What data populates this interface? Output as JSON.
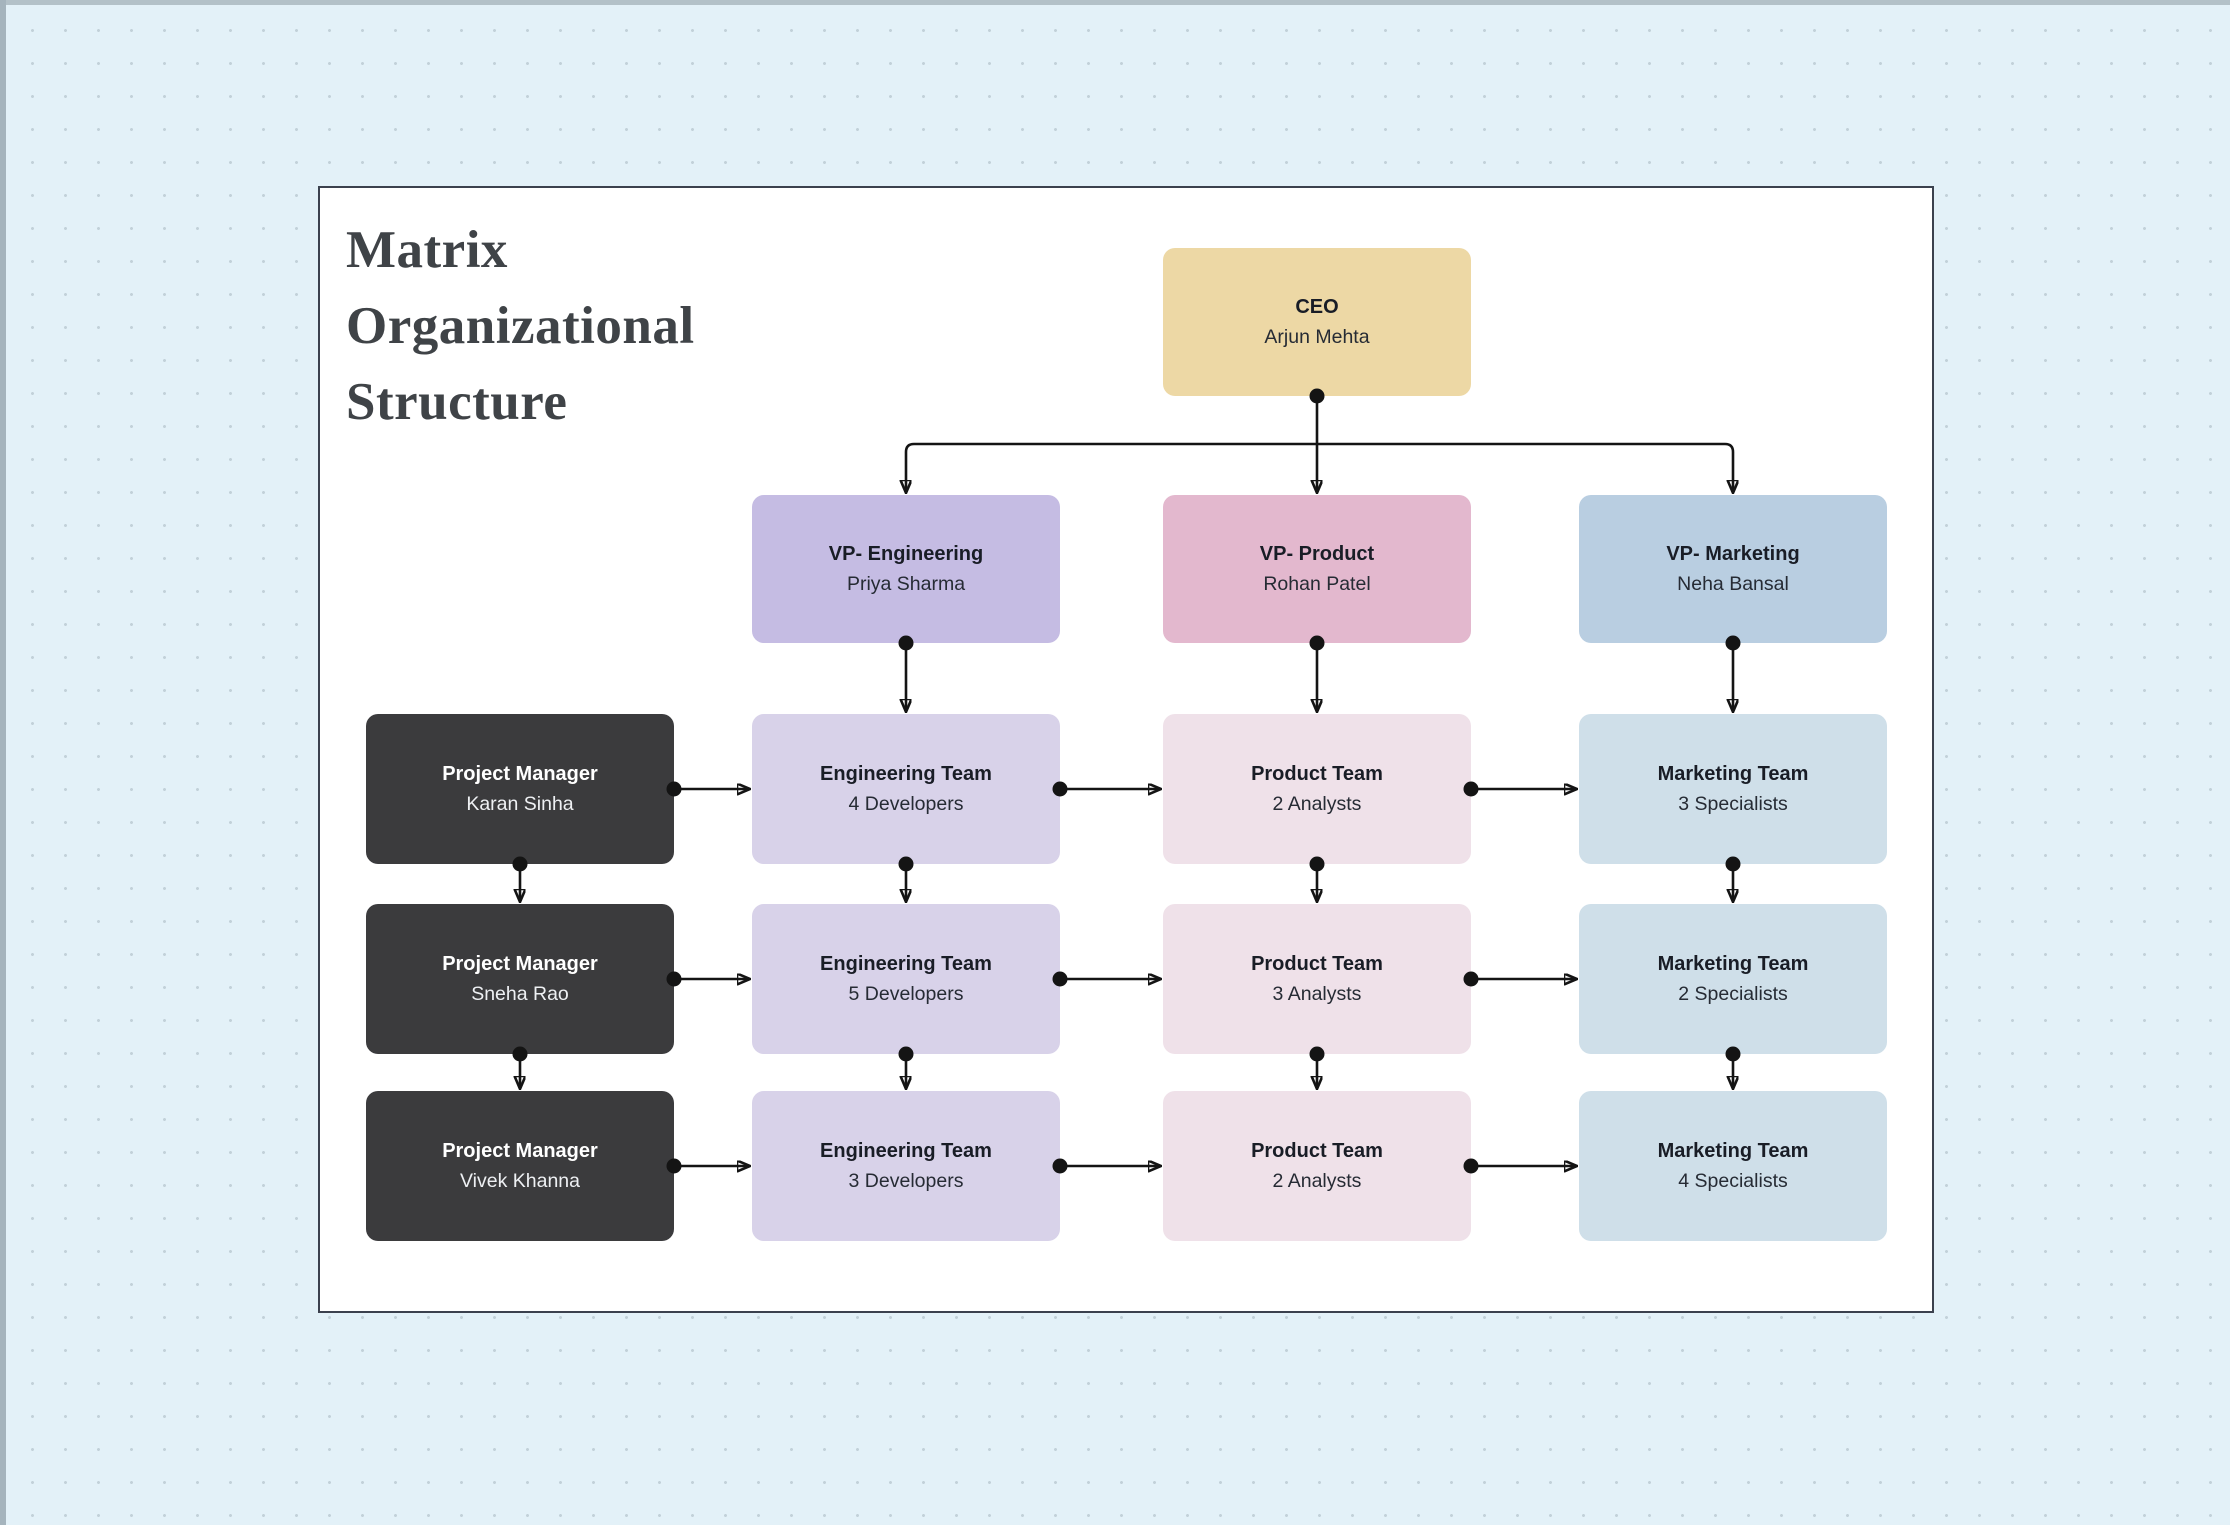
{
  "title": {
    "lines": [
      "Matrix",
      "Organizational",
      "Structure"
    ]
  },
  "colors": {
    "background": "#e3f1f8",
    "grid_dot": "#c2d1d9",
    "canvas": "#ffffff",
    "canvas_border": "#3b414e",
    "connector": "#141414",
    "title_text": "#3f4347",
    "scrollbar": "#a5b4bd",
    "ceo": "#edd8a5",
    "vp_engineering": "#c5bce3",
    "vp_product": "#e3b8ce",
    "vp_marketing": "#b9cee1",
    "engineering_team": "#d8d2e9",
    "product_team": "#efe1e9",
    "marketing_team": "#cfdfe9",
    "project_manager": "#3b3b3d"
  },
  "org": {
    "ceo": {
      "role": "CEO",
      "name": "Arjun Mehta"
    },
    "vps": [
      {
        "role": "VP- Engineering",
        "name": "Priya Sharma"
      },
      {
        "role": "VP- Product",
        "name": "Rohan Patel"
      },
      {
        "role": "VP- Marketing",
        "name": "Neha Bansal"
      }
    ],
    "project_managers": [
      {
        "role": "Project Manager",
        "name": "Karan Sinha"
      },
      {
        "role": "Project Manager",
        "name": "Sneha Rao"
      },
      {
        "role": "Project Manager",
        "name": "Vivek Khanna"
      }
    ],
    "teams": [
      [
        {
          "title": "Engineering Team",
          "subtitle": "4 Developers"
        },
        {
          "title": "Product Team",
          "subtitle": "2 Analysts"
        },
        {
          "title": "Marketing Team",
          "subtitle": "3 Specialists"
        }
      ],
      [
        {
          "title": "Engineering Team",
          "subtitle": "5 Developers"
        },
        {
          "title": "Product Team",
          "subtitle": "3 Analysts"
        },
        {
          "title": "Marketing Team",
          "subtitle": "2 Specialists"
        }
      ],
      [
        {
          "title": "Engineering Team",
          "subtitle": "3 Developers"
        },
        {
          "title": "Product Team",
          "subtitle": "2 Analysts"
        },
        {
          "title": "Marketing Team",
          "subtitle": "4 Specialists"
        }
      ]
    ]
  }
}
